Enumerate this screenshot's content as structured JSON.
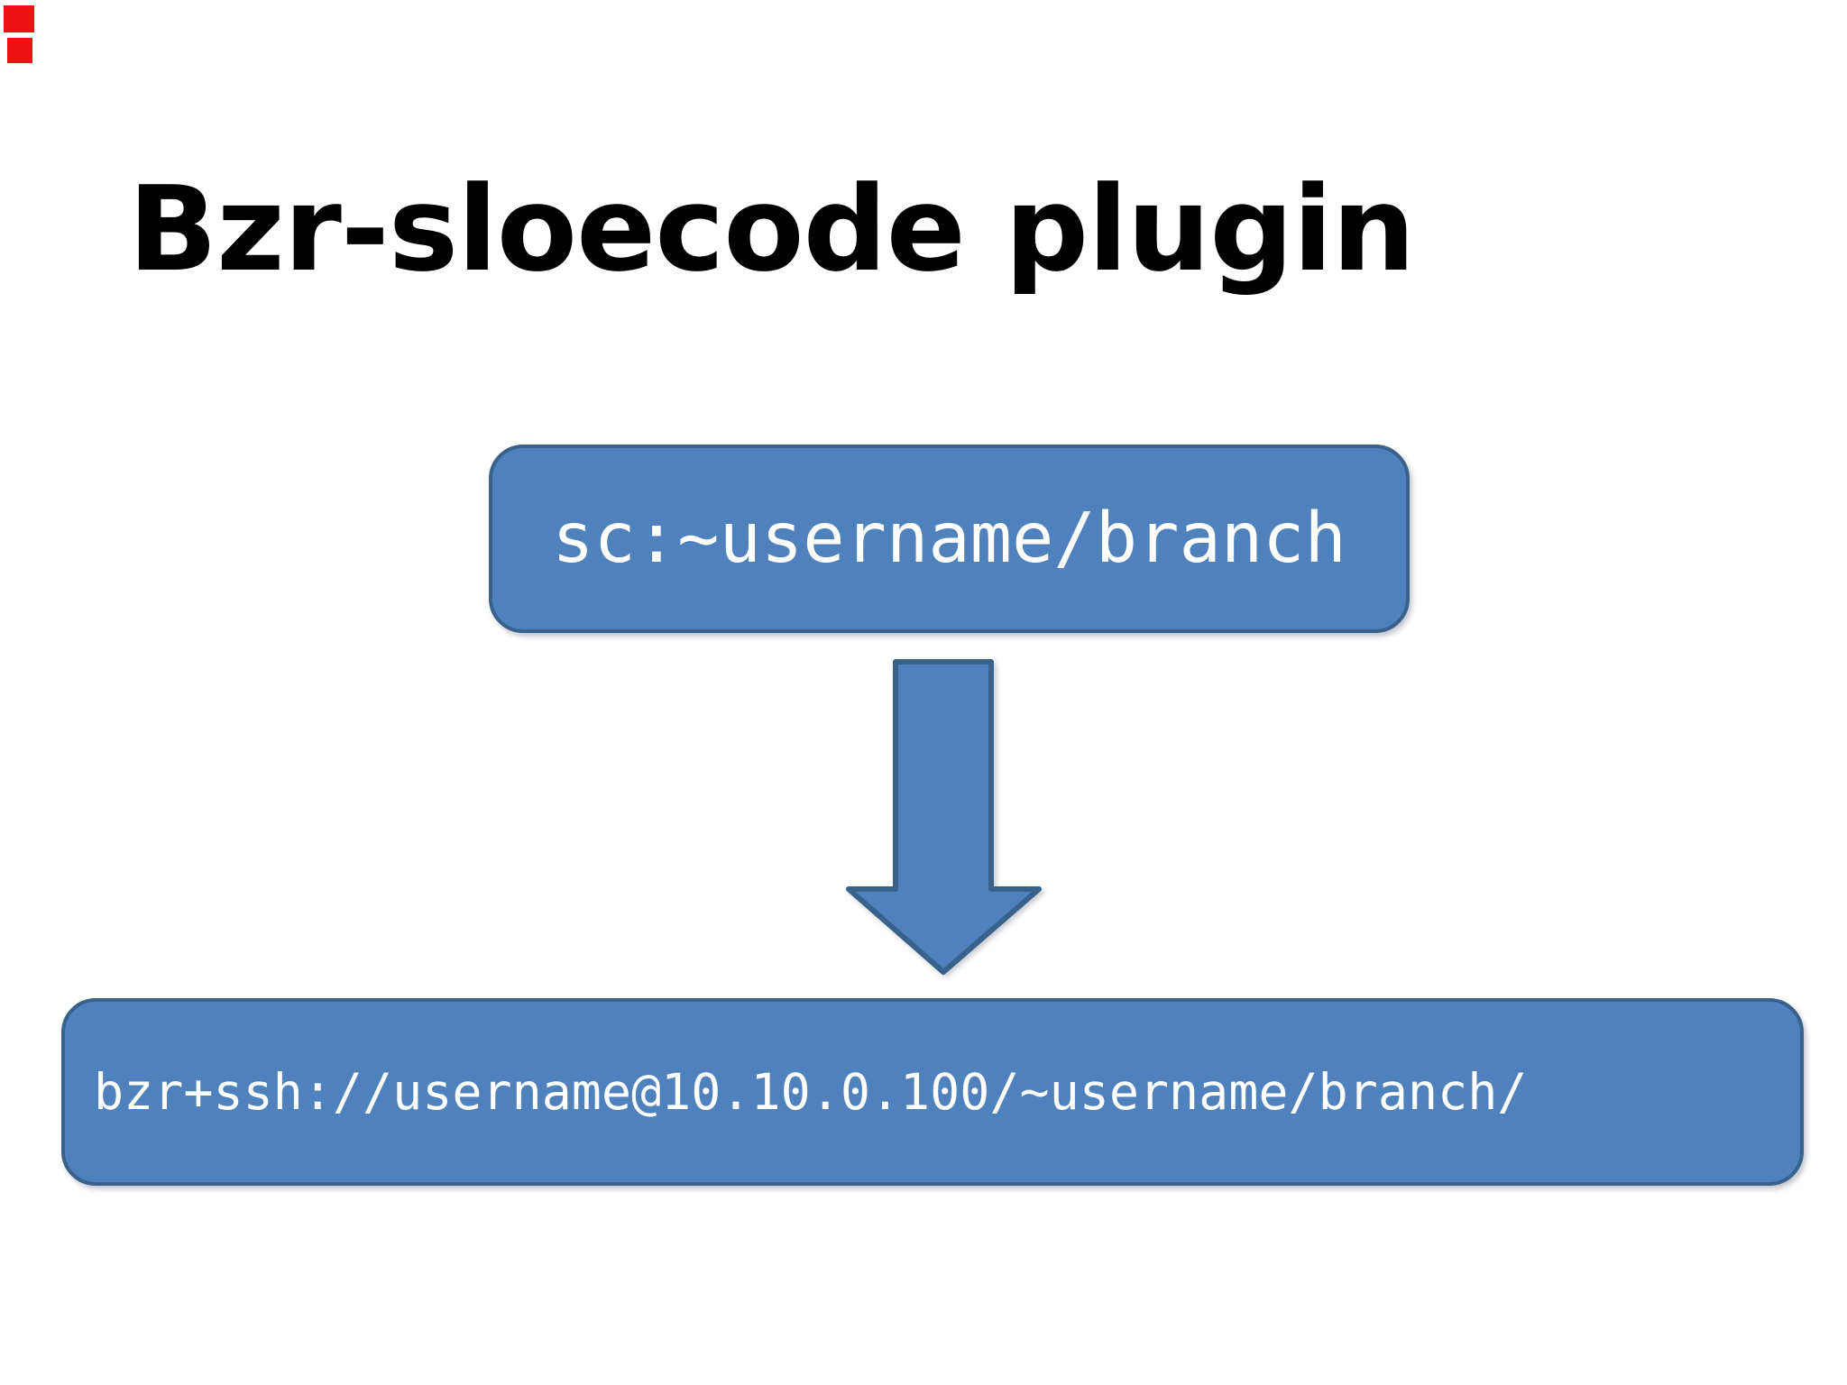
{
  "slide": {
    "title": "Bzr-sloecode plugin",
    "background_color": "#ffffff",
    "title_color": "#000000",
    "accent_fill_color": "#4f81bd",
    "accent_border_color": "#38618c",
    "box_text_color": "#ffffff",
    "corner_marker_color": "#ee1111",
    "diagram": {
      "top_box_label": "sc:~username/branch",
      "arrow": "down-arrow",
      "bottom_box_label": "bzr+ssh://username@10.10.0.100/~username/branch/"
    }
  }
}
